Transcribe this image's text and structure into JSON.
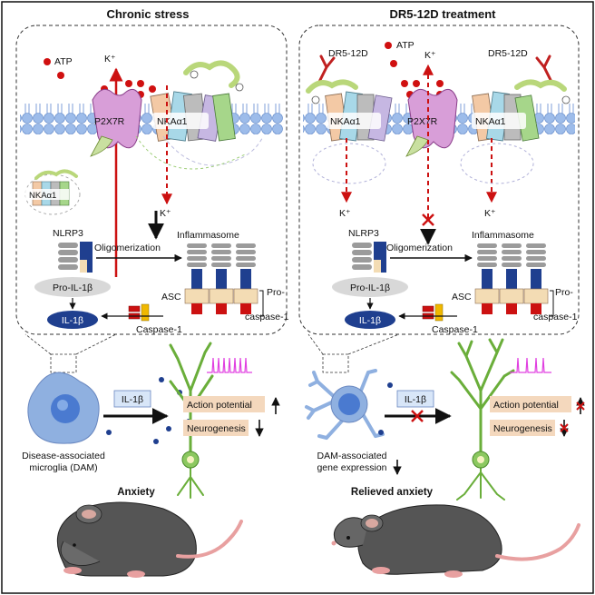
{
  "panels": {
    "left": {
      "title": "Chronic stress",
      "atp": "ATP",
      "k_plus": "K⁺",
      "p2x7r": "P2X7R",
      "nka": "NKAα1",
      "nka_small": "NKAα1",
      "nlrp3": "NLRP3",
      "oligomerization": "Oligomerization",
      "inflammasome": "Inflammasome",
      "pro_il1b": "Pro-IL-1β",
      "asc": "ASC",
      "pro_caspase_1": "Pro-",
      "pro_caspase_2": "caspase-1",
      "caspase1": "Caspase-1",
      "il1b": "IL-1β",
      "il1b_box": "IL-1β",
      "action_potential": "Action potential",
      "neurogenesis": "Neurogenesis",
      "cell_label_1": "Disease-associated",
      "cell_label_2": "microglia (DAM)",
      "outcome": "Anxiety"
    },
    "right": {
      "title": "DR5-12D treatment",
      "atp": "ATP",
      "dr5_left": "DR5-12D",
      "dr5_right": "DR5-12D",
      "k_plus": "K⁺",
      "p2x7r": "P2X7R",
      "nka_left": "NKAα1",
      "nka_right": "NKAα1",
      "nlrp3": "NLRP3",
      "oligomerization": "Oligomerization",
      "inflammasome": "Inflammasome",
      "pro_il1b": "Pro-IL-1β",
      "asc": "ASC",
      "pro_caspase_1": "Pro-",
      "pro_caspase_2": "caspase-1",
      "caspase1": "Caspase-1",
      "il1b": "IL-1β",
      "il1b_box": "IL-1β",
      "action_potential": "Action potential",
      "neurogenesis": "Neurogenesis",
      "cell_label_1": "DAM-associated",
      "cell_label_2": "gene expression",
      "outcome": "Relieved anxiety"
    }
  },
  "colors": {
    "membrane": "#8fb3e6",
    "red": "#cc1111",
    "navy": "#1f3f8f",
    "microglia": "#8fb0e0",
    "neuron": "#6aae3a",
    "ap_trace": "#e040e0",
    "label_box": "#f4d8bd",
    "mouse": "#555555"
  }
}
